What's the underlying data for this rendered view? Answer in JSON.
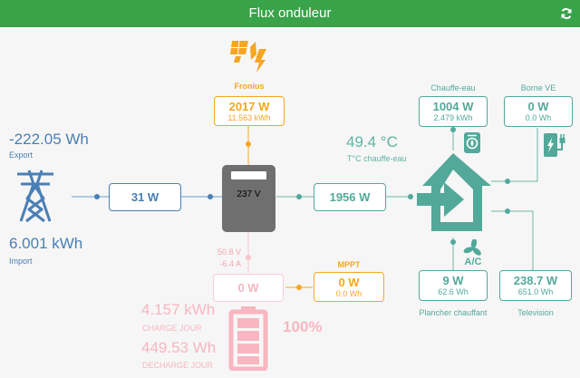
{
  "header": {
    "title": "Flux onduleur",
    "refresh_icon": "refresh-icon"
  },
  "solar": {
    "label": "Fronius",
    "power": "2017 W",
    "energy": "11.563 kWh",
    "icon": "solar-panel-lightning-icon"
  },
  "grid": {
    "export_value": "-222.05 Wh",
    "export_label": "Export",
    "import_value": "6.001 kWh",
    "import_label": "Import",
    "power": "31 W",
    "icon": "power-pylon-icon"
  },
  "inverter": {
    "voltage": "237 V",
    "icon": "inverter-icon"
  },
  "house": {
    "power": "1956 W",
    "icon": "house-import-icon"
  },
  "water_heater_temp": {
    "value": "49.4 °C",
    "label": "T°C chauffe-eau"
  },
  "water_heater": {
    "label": "Chauffe-eau",
    "power": "1004 W",
    "energy": "2.479 kWh",
    "icon": "water-heater-icon"
  },
  "ev_charger": {
    "label": "Borne VE",
    "power": "0 W",
    "energy": "0.0 Wh",
    "icon": "ev-charger-icon"
  },
  "floor_heating": {
    "label": "Plancher chauffant",
    "power": "9 W",
    "energy": "62.6 Wh",
    "icon": "air-conditioner-icon",
    "icon_text": "A/C"
  },
  "television": {
    "label": "Television",
    "power": "238.7 W",
    "energy": "651.0 Wh"
  },
  "battery": {
    "voltage": "50.8 V",
    "current": "-6.4 A",
    "power": "0 W",
    "charge_value": "4.157 kWh",
    "charge_label": "CHARGE JOUR",
    "discharge_value": "449.53 Wh",
    "discharge_label": "DECHARGE JOUR",
    "soc": "100%",
    "icon": "battery-icon"
  },
  "mppt": {
    "label": "MPPT",
    "power": "0 W",
    "energy": "0.0 Wh"
  },
  "colors": {
    "header": "#39a34a",
    "solar": "#f5a623",
    "grid": "#4a7fb5",
    "house": "#52a99a",
    "battery": "#f7b6c0"
  }
}
